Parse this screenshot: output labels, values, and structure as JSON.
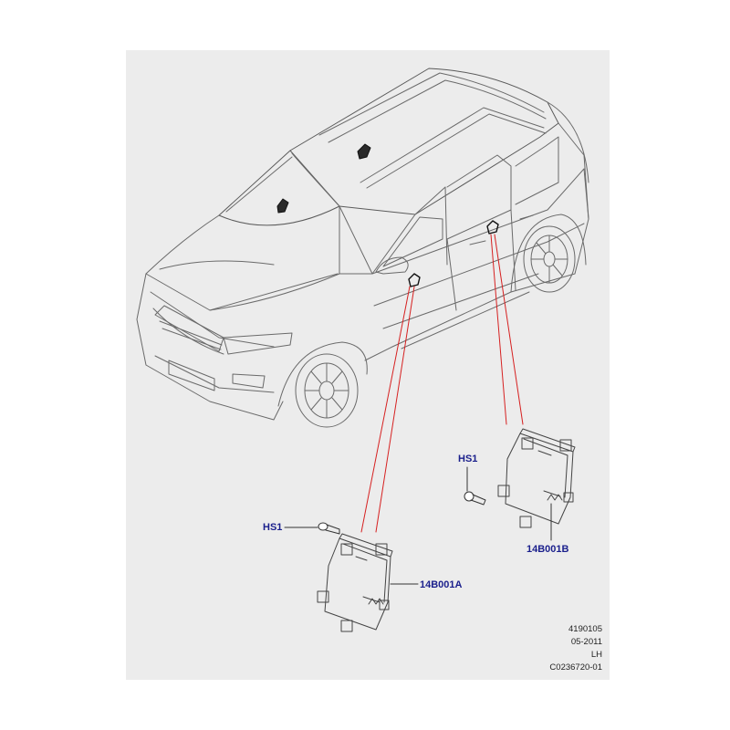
{
  "callouts": {
    "hs1_left": "HS1",
    "module_a": "14B001A",
    "hs1_right": "HS1",
    "module_b": "14B001B"
  },
  "reference": {
    "number": "4190105",
    "date": "05-2011",
    "side": "LH",
    "code": "C0236720-01"
  },
  "colors": {
    "sheet": "#ececec",
    "linework": "#555555",
    "leader_lines": "#d62020",
    "callout_text": "#1a1f8c"
  },
  "icons": {
    "vehicle": "suv-outline-illustration",
    "antenna_clip": "antenna-clip-icon",
    "module": "keyless-entry-module-icon",
    "screw": "screw-icon"
  }
}
